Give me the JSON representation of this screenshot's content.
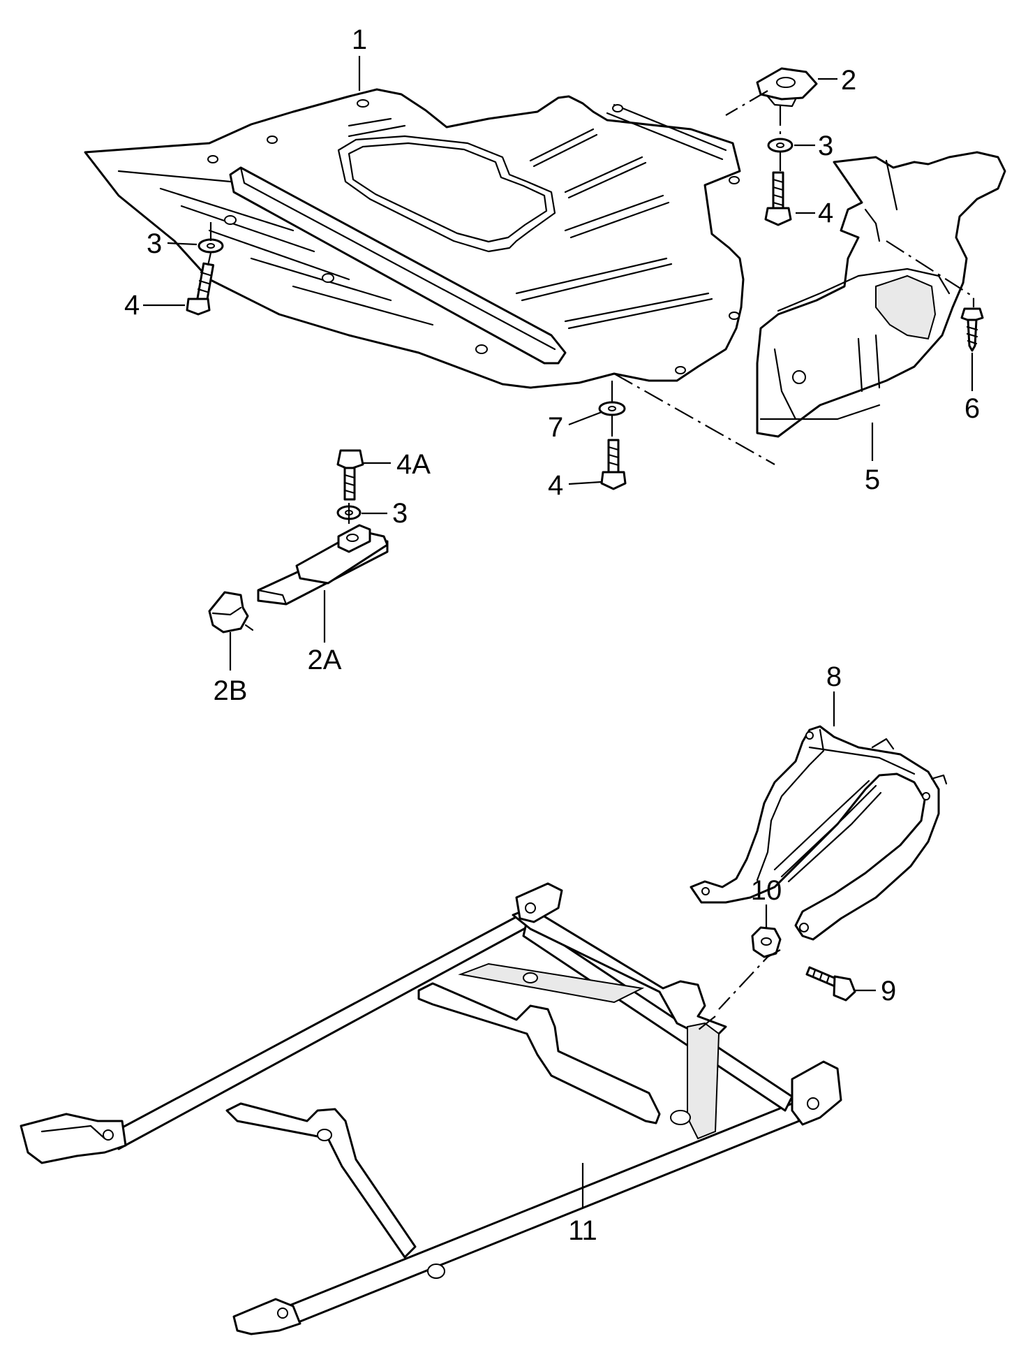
{
  "diagram": {
    "labels": {
      "p1": "1",
      "p2": "2",
      "p2a": "2A",
      "p2b": "2B",
      "p3_top": "3",
      "p3_left": "3",
      "p3_mid": "3",
      "p4_top": "4",
      "p4_left": "4",
      "p4_bottom": "4",
      "p4a": "4A",
      "p5": "5",
      "p6": "6",
      "p7": "7",
      "p8": "8",
      "p9": "9",
      "p10": "10",
      "p11": "11"
    }
  }
}
